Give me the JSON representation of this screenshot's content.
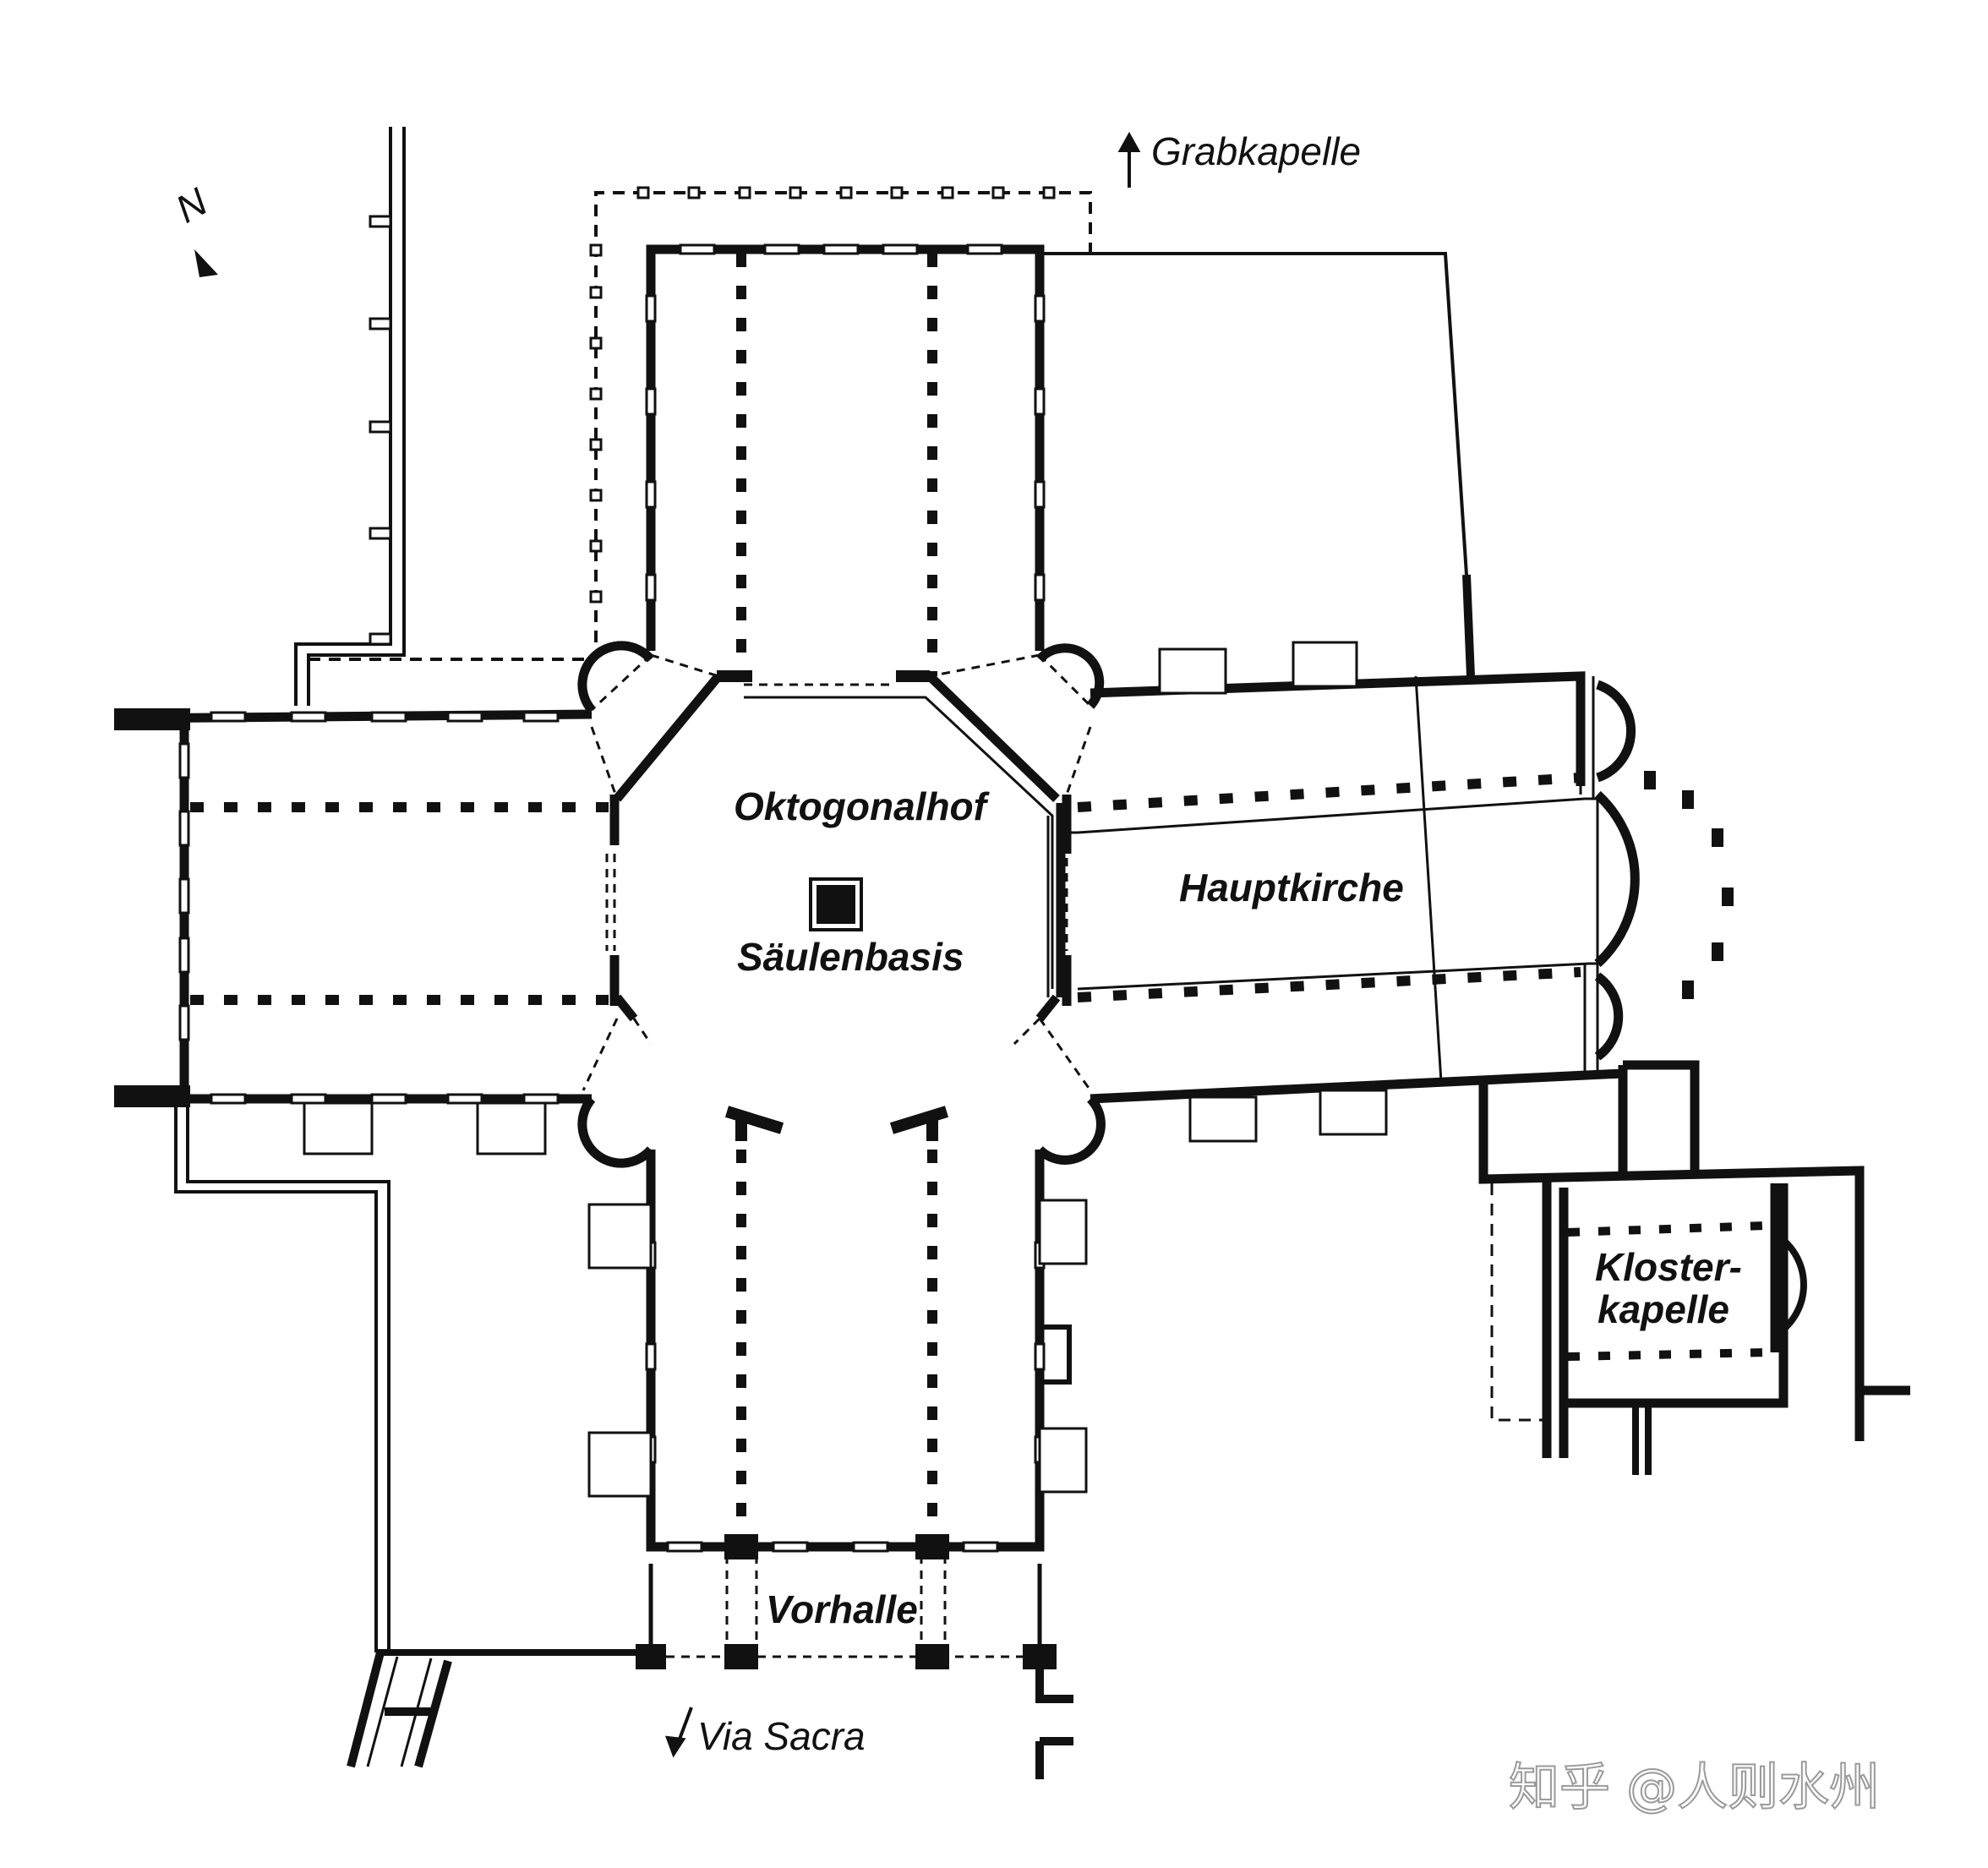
{
  "labels": {
    "compass": "N",
    "grabkapelle": "Grabkapelle",
    "oktogonalhof": "Oktogonalhof",
    "saeulenbasis": "Säulenbasis",
    "hauptkirche": "Hauptkirche",
    "kloster_line1": "Kloster-",
    "kloster_line2": "kapelle",
    "vorhalle": "Vorhalle",
    "via_sacra": "Via Sacra"
  },
  "watermark": "知乎 @人则水州",
  "colors": {
    "ink": "#111111",
    "paper": "#ffffff"
  }
}
